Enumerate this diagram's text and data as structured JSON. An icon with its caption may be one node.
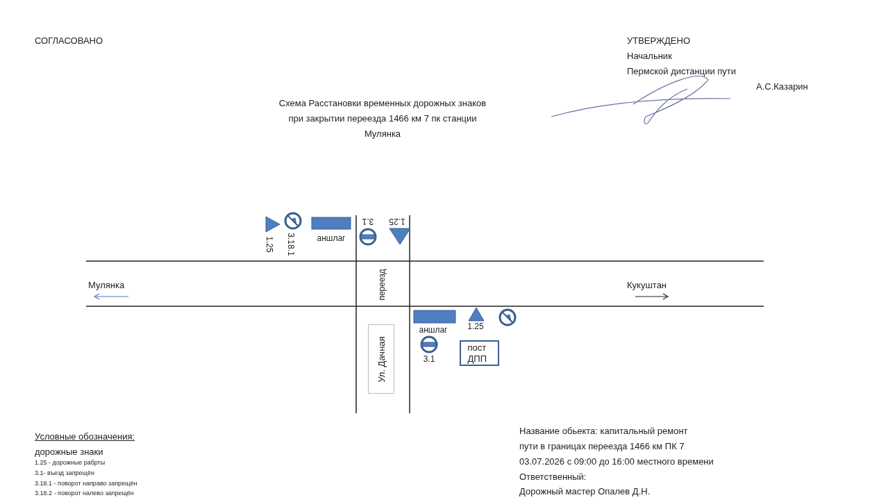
{
  "diagram": {
    "title": "Схема Расстановки временных дорожных знаков при закрытии переезда 1466 км 7 пк станции Мулянка",
    "nodes": [
      {
        "text": [
          "Ул. Дачная"
        ]
      },
      {
        "text": [
          "пост ДПП"
        ]
      }
    ],
    "edges": [],
    "labels": [
      "СОГЛАСОВАНО",
      "УТВЕРЖДЕНО",
      "Начальник",
      "Пермской дистанции пути",
      "А.С.Казарин",
      "1.25",
      "3.18.1",
      "аншлаг",
      "3.1",
      "1.25",
      "Мулянка",
      "переезд",
      "Кукуштан",
      "аншлаг",
      "1.25",
      "3.1",
      "Условные обозначения:",
      "дорожные знаки",
      "1.25 - дорожные рабрты",
      "3.1- въезд запрещён",
      "3.18.1 - поворот направо запрещён",
      "3.18.2 - поворот налево запрещён",
      "Название обьекта: капитальный ремонт",
      "пути в границах переезда 1466 км ПК 7",
      "03.07.2026 с 09:00 до 16:00 местного времени",
      "Ответственный:",
      "Дорожный мастер Опалев Д.Н."
    ]
  }
}
